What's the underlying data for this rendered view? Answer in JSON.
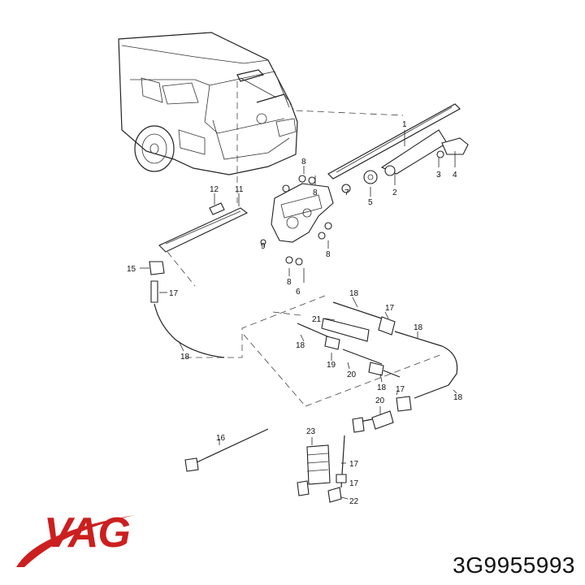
{
  "brand": {
    "logo_text": "VAG",
    "logo_color": "#cc1f1f"
  },
  "part_number": "3G9955993",
  "callouts": [
    "1",
    "2",
    "3",
    "4",
    "5",
    "6",
    "7",
    "8",
    "8",
    "8",
    "8",
    "9",
    "11",
    "12",
    "15",
    "16",
    "17",
    "17",
    "17",
    "17",
    "17",
    "18",
    "18",
    "18",
    "18",
    "18",
    "18",
    "19",
    "20",
    "20",
    "21",
    "22",
    "23"
  ]
}
